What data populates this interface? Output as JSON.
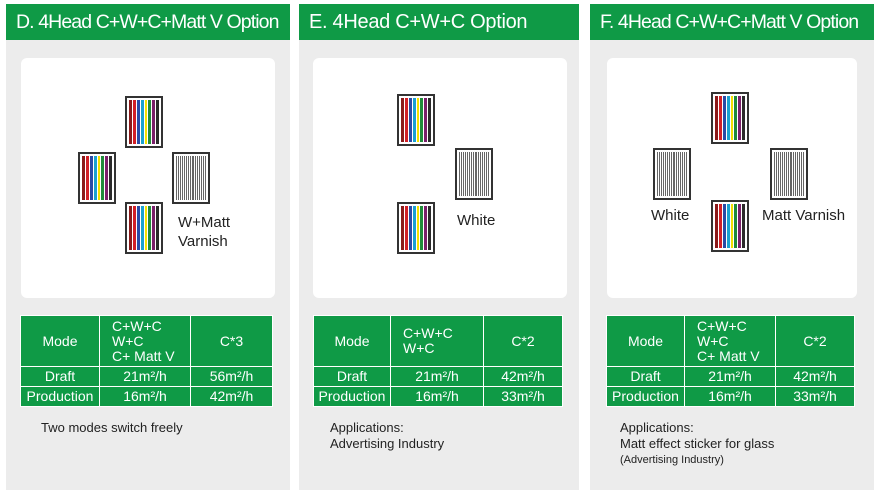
{
  "panels": [
    {
      "title": "D. 4Head C+W+C+Matt V Option",
      "label_main": "W+Matt",
      "label_sub": "Varnish",
      "table": {
        "mode": "Mode",
        "combo": [
          "C+W+C",
          "W+C",
          "C+ Matt V"
        ],
        "passes": "C*3",
        "draft_label": "Draft",
        "draft_a": "21m²/h",
        "draft_b": "56m²/h",
        "prod_label": "Production",
        "prod_a": "16m²/h",
        "prod_b": "42m²/h"
      },
      "note": [
        "Two modes switch freely"
      ]
    },
    {
      "title": "E. 4Head C+W+C Option",
      "label_main": "White",
      "table": {
        "mode": "Mode",
        "combo": [
          "C+W+C",
          "W+C"
        ],
        "passes": "C*2",
        "draft_label": "Draft",
        "draft_a": "21m²/h",
        "draft_b": "42m²/h",
        "prod_label": "Production",
        "prod_a": "16m²/h",
        "prod_b": "33m²/h"
      },
      "note": [
        "Applications:",
        "Advertising Industry"
      ]
    },
    {
      "title": "F. 4Head C+W+C+Matt V Option",
      "label_left": "White",
      "label_right": "Matt Varnish",
      "table": {
        "mode": "Mode",
        "combo": [
          "C+W+C",
          "W+C",
          "C+ Matt V"
        ],
        "passes": "C*2",
        "draft_label": "Draft",
        "draft_a": "21m²/h",
        "draft_b": "42m²/h",
        "prod_label": "Production",
        "prod_a": "16m²/h",
        "prod_b": "33m²/h"
      },
      "note": [
        "Applications:",
        "Matt effect sticker for glass",
        "(Advertising Industry)"
      ]
    }
  ],
  "colors": {
    "header_green": "#0f9a46",
    "ink_colors": [
      "#8b1a1a",
      "#d21f26",
      "#2a4aa5",
      "#1aa1d0",
      "#f2e000",
      "#1f8b3a",
      "#7a1f6a",
      "#2b2b2b"
    ]
  }
}
